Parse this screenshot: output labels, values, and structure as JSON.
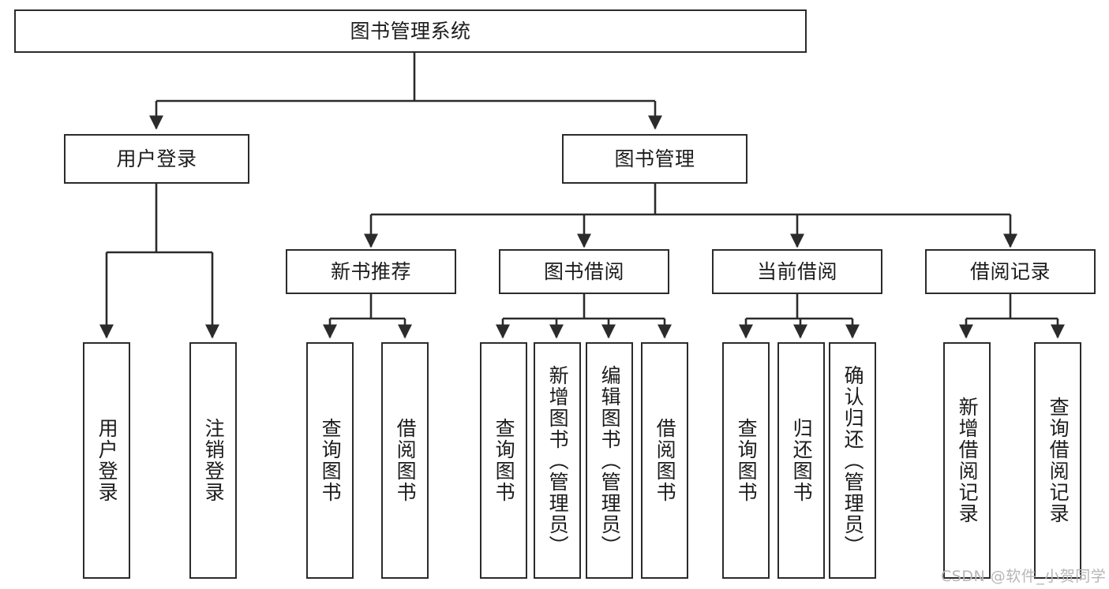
{
  "diagram": {
    "title": "图书管理系统",
    "type": "functional-structure-tree",
    "colors": {
      "box_border": "#2b2b2b",
      "box_fill": "#ffffff",
      "edge": "#2b2b2b",
      "text": "#1c1c1c",
      "watermark": "#b6b6b6",
      "background": "#ffffff"
    },
    "levels": {
      "root": {
        "label": "图书管理系统"
      },
      "level2": [
        {
          "id": "user-login",
          "label": "用户登录"
        },
        {
          "id": "book-manage",
          "label": "图书管理"
        }
      ],
      "level3": [
        {
          "id": "new-book-recommend",
          "label": "新书推荐"
        },
        {
          "id": "book-borrow",
          "label": "图书借阅"
        },
        {
          "id": "current-borrow",
          "label": "当前借阅"
        },
        {
          "id": "borrow-record",
          "label": "借阅记录"
        }
      ],
      "leaves": {
        "user_login": [
          {
            "id": "leaf-user-login",
            "label": "用户登录"
          },
          {
            "id": "leaf-logout-login",
            "label": "注销登录"
          }
        ],
        "new_book_recommend": [
          {
            "id": "leaf-query-book-1",
            "label": "查询图书"
          },
          {
            "id": "leaf-borrow-book-1",
            "label": "借阅图书"
          }
        ],
        "book_borrow": [
          {
            "id": "leaf-query-book-2",
            "label": "查询图书"
          },
          {
            "id": "leaf-add-book",
            "label": "新增图书（管理员）"
          },
          {
            "id": "leaf-edit-book",
            "label": "编辑图书（管理员）"
          },
          {
            "id": "leaf-borrow-book-2",
            "label": "借阅图书"
          }
        ],
        "current_borrow": [
          {
            "id": "leaf-query-book-3",
            "label": "查询图书"
          },
          {
            "id": "leaf-return-book",
            "label": "归还图书"
          },
          {
            "id": "leaf-confirm-return",
            "label": "确认归还（管理员）"
          }
        ],
        "borrow_record": [
          {
            "id": "leaf-add-record",
            "label": "新增借阅记录"
          },
          {
            "id": "leaf-query-record",
            "label": "查询借阅记录"
          }
        ]
      }
    }
  },
  "watermark": {
    "text": "CSDN @软件_小贺同学"
  }
}
